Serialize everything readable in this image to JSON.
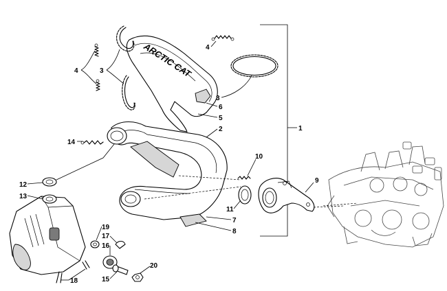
{
  "diagram": {
    "decal_text": "ARCTIC CAT",
    "callouts": [
      {
        "id": "1",
        "label": "1"
      },
      {
        "id": "2",
        "label": "2"
      },
      {
        "id": "3a",
        "label": "3"
      },
      {
        "id": "3b",
        "label": "3"
      },
      {
        "id": "4a",
        "label": "4"
      },
      {
        "id": "4b",
        "label": "4"
      },
      {
        "id": "5",
        "label": "5"
      },
      {
        "id": "6",
        "label": "6"
      },
      {
        "id": "7",
        "label": "7"
      },
      {
        "id": "8",
        "label": "8"
      },
      {
        "id": "9",
        "label": "9"
      },
      {
        "id": "10",
        "label": "10"
      },
      {
        "id": "11",
        "label": "11"
      },
      {
        "id": "12",
        "label": "12"
      },
      {
        "id": "13",
        "label": "13"
      },
      {
        "id": "14",
        "label": "14"
      },
      {
        "id": "15",
        "label": "15"
      },
      {
        "id": "16",
        "label": "16"
      },
      {
        "id": "17",
        "label": "17"
      },
      {
        "id": "18",
        "label": "18"
      },
      {
        "id": "19",
        "label": "19"
      },
      {
        "id": "20",
        "label": "20"
      }
    ]
  }
}
